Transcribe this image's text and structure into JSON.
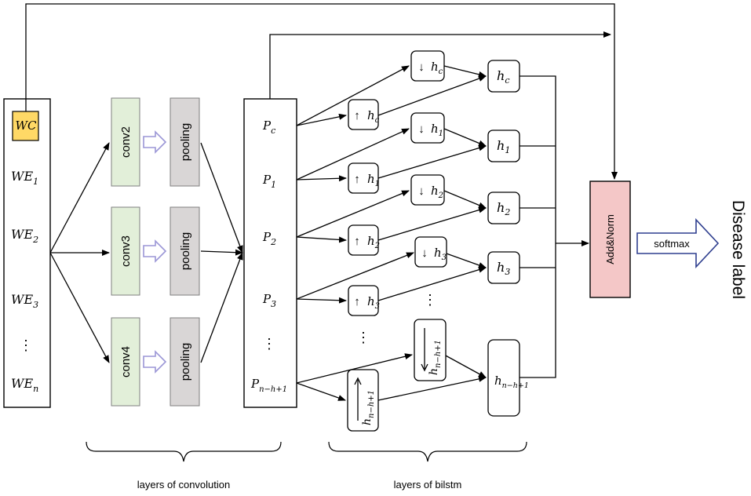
{
  "input": {
    "wc": "WC",
    "we1": "WE",
    "we1_sub": "1",
    "we2": "WE",
    "we2_sub": "2",
    "we3": "WE",
    "we3_sub": "3",
    "dots": "⋮",
    "wen": "WE",
    "wen_sub": "n"
  },
  "convs": [
    "conv2",
    "conv3",
    "conv4"
  ],
  "pool_label": "pooling",
  "pooled": {
    "pc": "P",
    "pc_sub": "c",
    "p1": "P",
    "p1_sub": "1",
    "p2": "P",
    "p2_sub": "2",
    "p3": "P",
    "p3_sub": "3",
    "dots": "⋮",
    "pn": "P",
    "pn_sub": "n−h+1"
  },
  "bilstm": {
    "h": "h",
    "sub_c": "c",
    "sub_1": "1",
    "sub_2": "2",
    "sub_3": "3",
    "sub_n": "n−h+1",
    "up_arrow": "↑",
    "down_arrow": "↓",
    "dots": "⋮"
  },
  "add_norm": "Add&Norm",
  "softmax": "softmax",
  "output": "Disease label",
  "captions": {
    "conv": "layers of convolution",
    "bilstm": "layers of bilstm"
  },
  "colors": {
    "wc": "#ffd966",
    "conv": "#e2efd9",
    "pool": "#d9d6d6",
    "add_norm": "#f4c7c7",
    "small_arrow": "#9b96d6",
    "softmax_arrow": "#2f3f8f"
  }
}
